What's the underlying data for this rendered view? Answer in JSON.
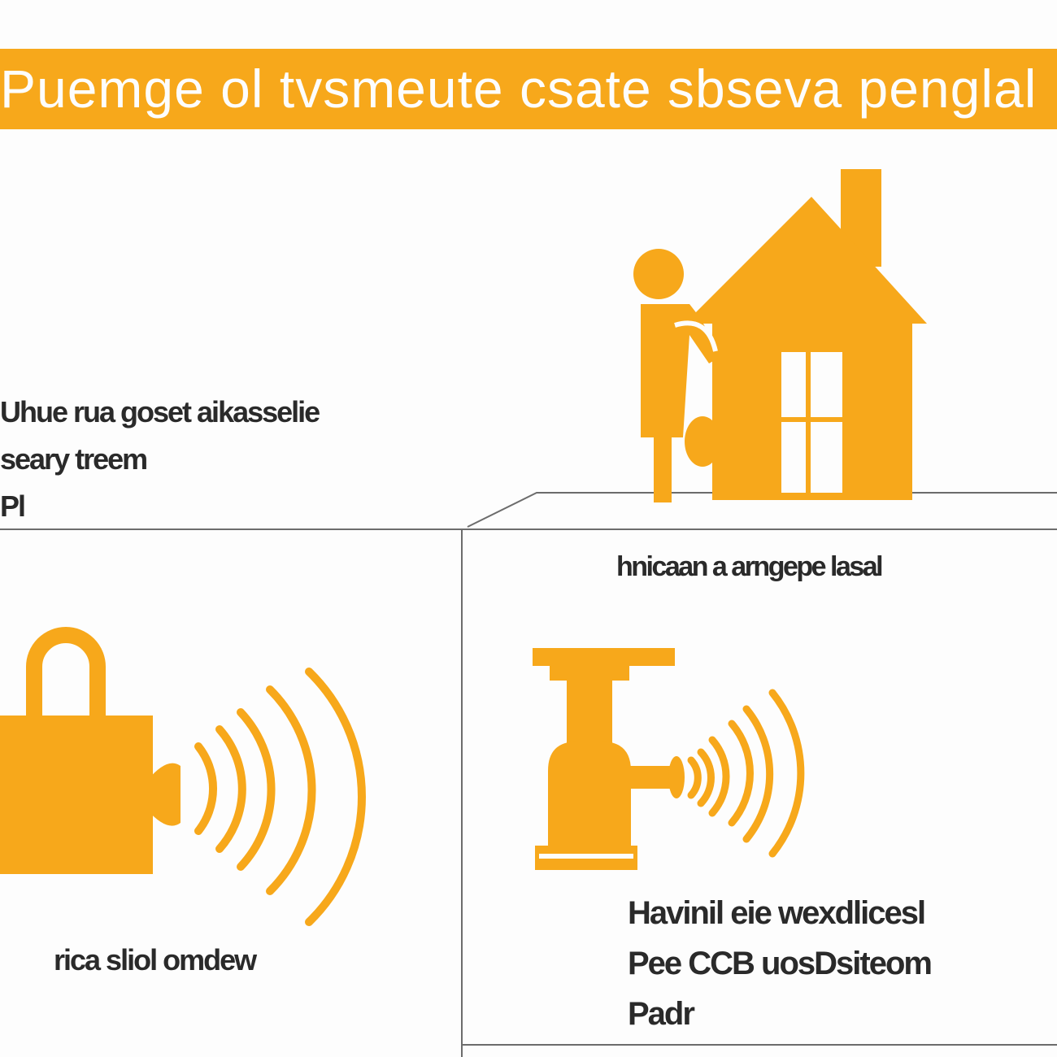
{
  "header": {
    "title": "Puemge ol tvsmeute csate sbseva penglal"
  },
  "captions": {
    "top_left": [
      "Uhue rua goset aikasselie",
      "seary treem",
      "Pl"
    ],
    "right_heading": "hnicaan a arngepe lasal",
    "lock": "rica sliol omdew",
    "right_bottom": [
      "Havinil eie wexdlicesl",
      "Pee CCB uosDsiteom",
      "Padr"
    ]
  },
  "colors": {
    "accent": "#f7a81b",
    "background": "#fdfdfd",
    "line": "#6c6c6c",
    "text": "#2a2a2a"
  }
}
